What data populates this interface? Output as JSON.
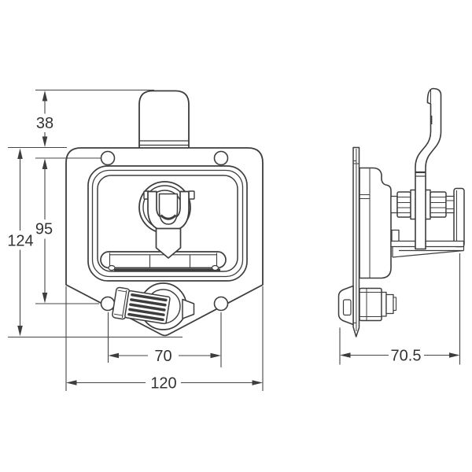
{
  "page": {
    "background_color": "#ffffff",
    "line_color": "#3d3d3d",
    "text_color": "#333333"
  },
  "drawing": {
    "front_view": {
      "dimensions": {
        "handle_height": "38",
        "hole_spacing_vertical": "95",
        "overall_height": "124",
        "hole_spacing_horizontal": "70",
        "overall_width": "120"
      }
    },
    "side_view": {
      "dimensions": {
        "overall_depth": "70.5"
      }
    }
  }
}
